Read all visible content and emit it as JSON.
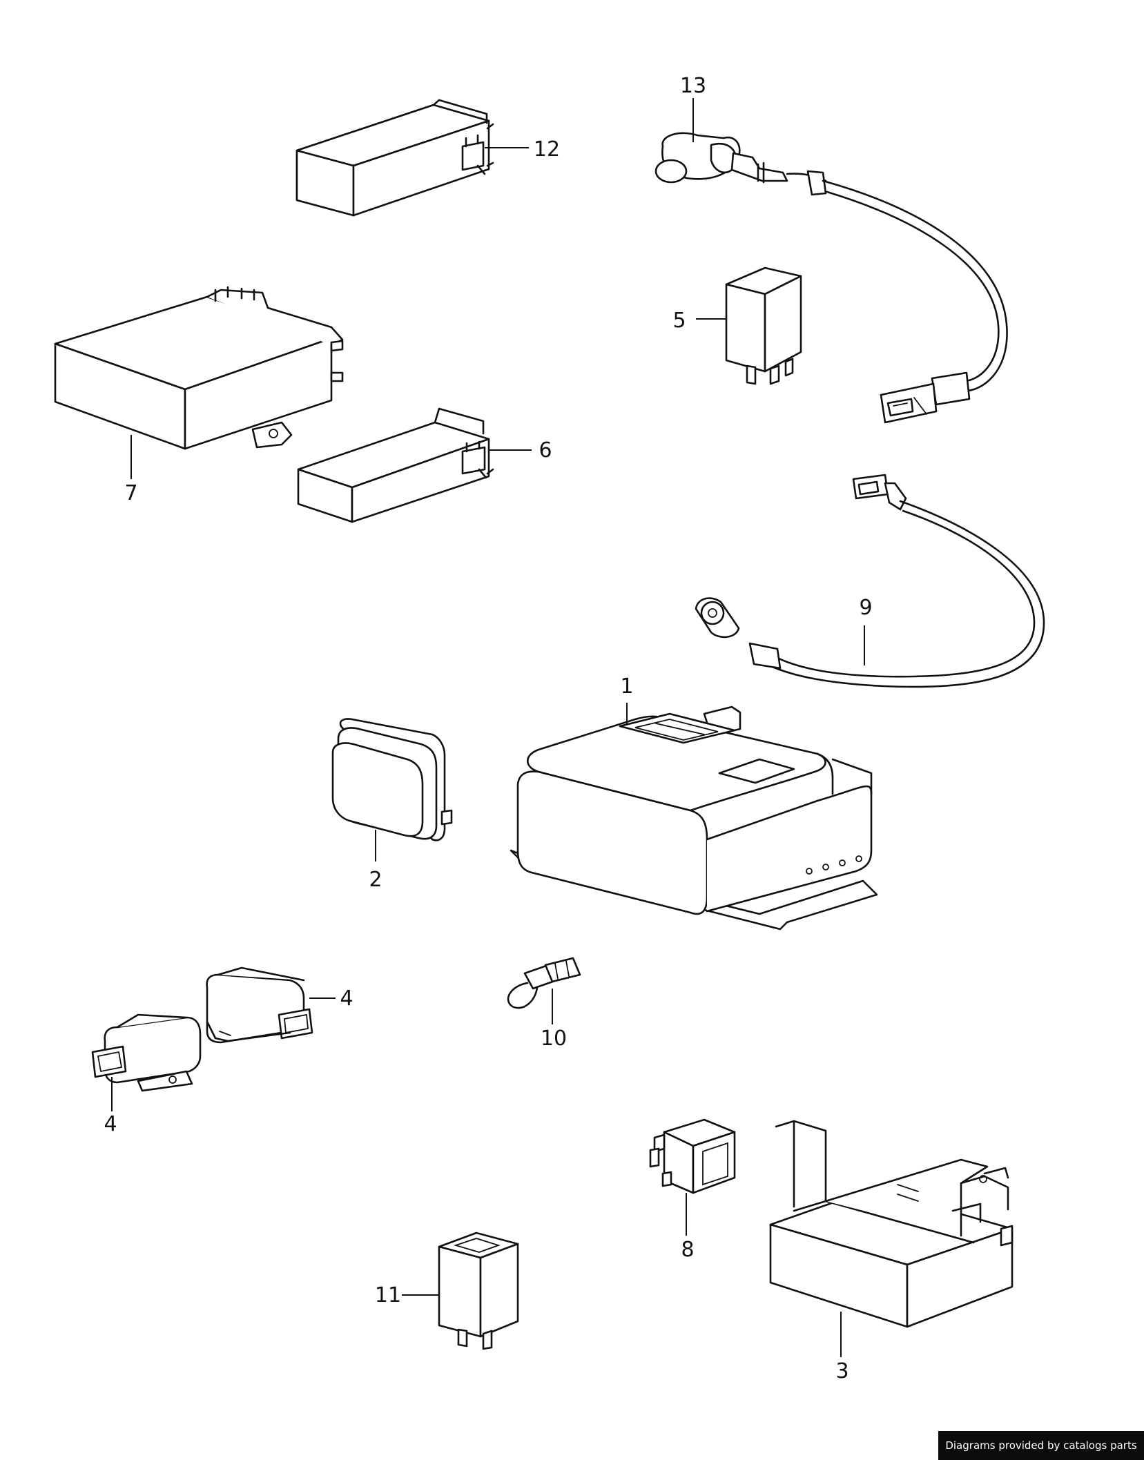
{
  "callouts": {
    "c1": "1",
    "c2": "2",
    "c3": "3",
    "c4a": "4",
    "c4b": "4",
    "c5": "5",
    "c6": "6",
    "c7": "7",
    "c8": "8",
    "c9": "9",
    "c10": "10",
    "c11": "11",
    "c12": "12",
    "c13": "13"
  },
  "credit": "Diagrams provided by catalogs parts"
}
